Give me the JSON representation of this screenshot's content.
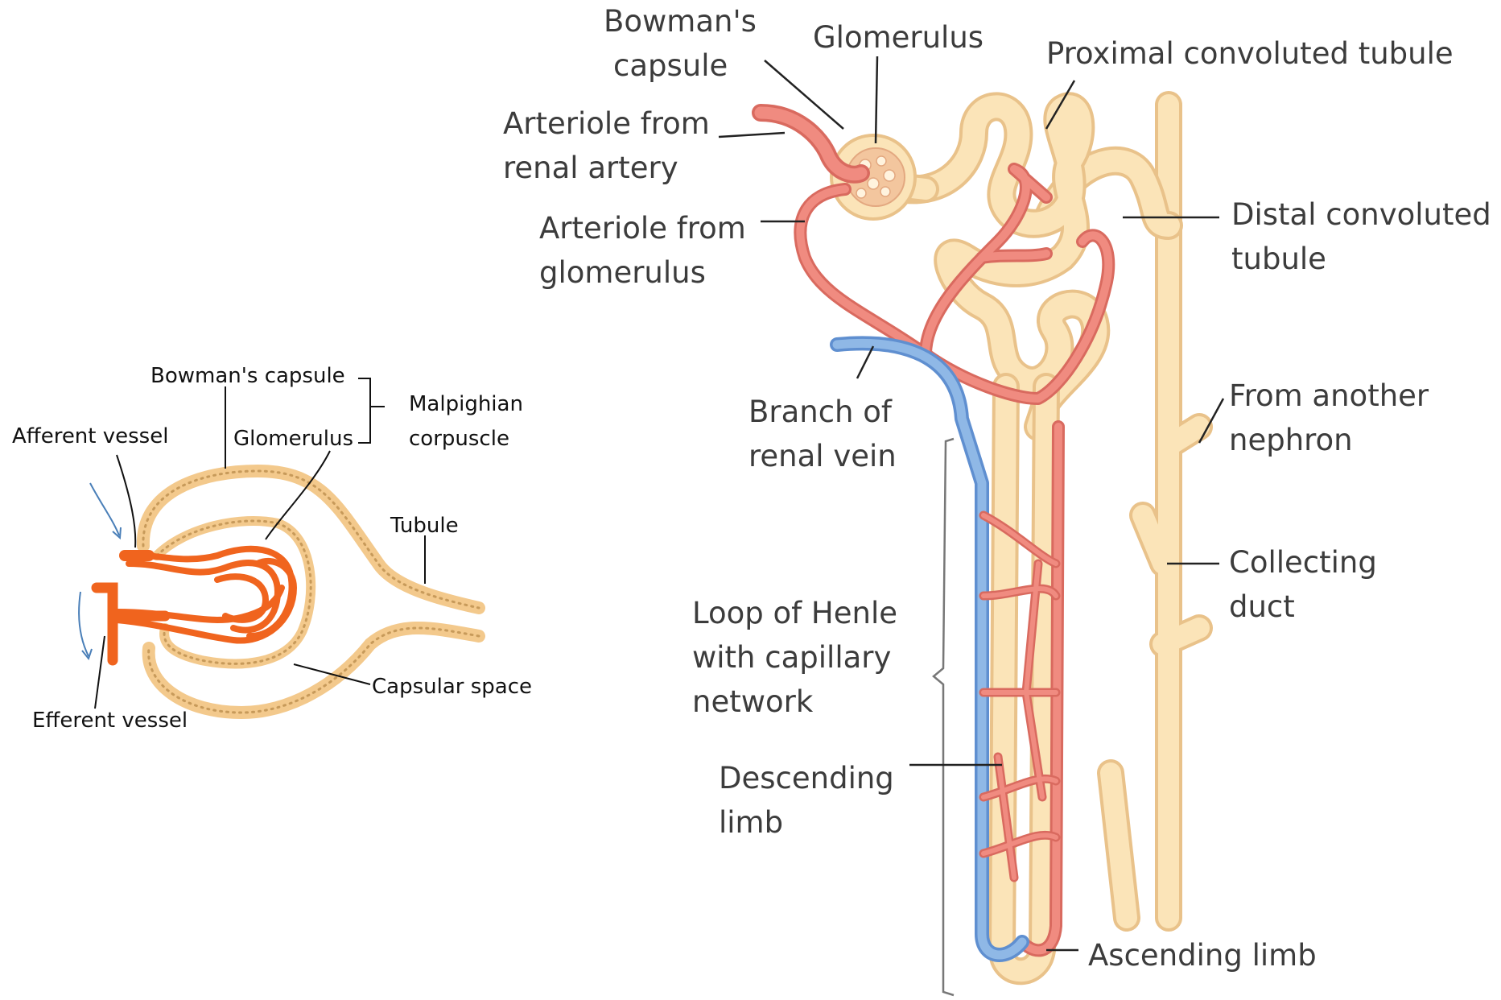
{
  "colors": {
    "tubule": "#fbe4b8",
    "tubule_edge": "#e9c28a",
    "artery": "#f08b80",
    "artery_edge": "#d96a5f",
    "vein": "#8fb8e6",
    "vein_edge": "#5f8fd0",
    "orange_vessel": "#f0641e",
    "leader_line": "#222222"
  },
  "small_diagram": {
    "labels": {
      "bowmans_capsule": "Bowman's capsule",
      "glomerulus": "Glomerulus",
      "malpighian_line1": "Malpighian",
      "malpighian_line2": "corpuscle",
      "afferent_vessel": "Afferent vessel",
      "efferent_vessel": "Efferent  vessel",
      "tubule": "Tubule",
      "capsular_space": "Capsular space"
    }
  },
  "large_diagram": {
    "labels": {
      "bowmans_line1": "Bowman's",
      "bowmans_line2": "capsule",
      "glomerulus": "Glomerulus",
      "proximal": "Proximal convoluted tubule",
      "arteriole_renal_line1": "Arteriole from",
      "arteriole_renal_line2": "renal artery",
      "arteriole_glom_line1": "Arteriole from",
      "arteriole_glom_line2": "glomerulus",
      "distal_line1": "Distal convoluted",
      "distal_line2": "tubule",
      "branch_line1": "Branch of",
      "branch_line2": "renal vein",
      "another_line1": "From another",
      "another_line2": "nephron",
      "collecting_line1": "Collecting",
      "collecting_line2": "duct",
      "loop_line1": "Loop of Henle",
      "loop_line2": "with capillary",
      "loop_line3": "network",
      "descending_line1": "Descending",
      "descending_line2": "limb",
      "ascending": "Ascending limb"
    }
  }
}
